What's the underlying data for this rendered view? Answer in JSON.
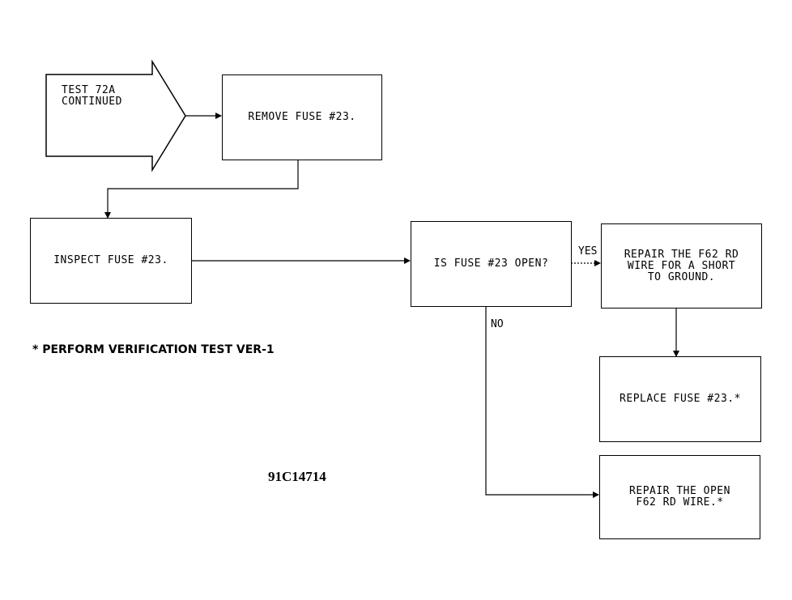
{
  "start_arrow": {
    "text": "TEST 72A\nCONTINUED"
  },
  "steps": {
    "remove_fuse": "REMOVE FUSE #23.",
    "inspect_fuse": "INSPECT FUSE #23.",
    "is_fuse_open": "IS FUSE #23 OPEN?",
    "repair_short": "REPAIR THE F62 RD\nWIRE FOR A SHORT\nTO GROUND.",
    "replace_fuse": "REPLACE FUSE #23.*",
    "repair_open": "REPAIR THE OPEN\nF62 RD WIRE.*"
  },
  "branches": {
    "yes": "YES",
    "no": "NO"
  },
  "footnote": "* PERFORM VERIFICATION TEST VER-1",
  "figure_id": "91C14714"
}
